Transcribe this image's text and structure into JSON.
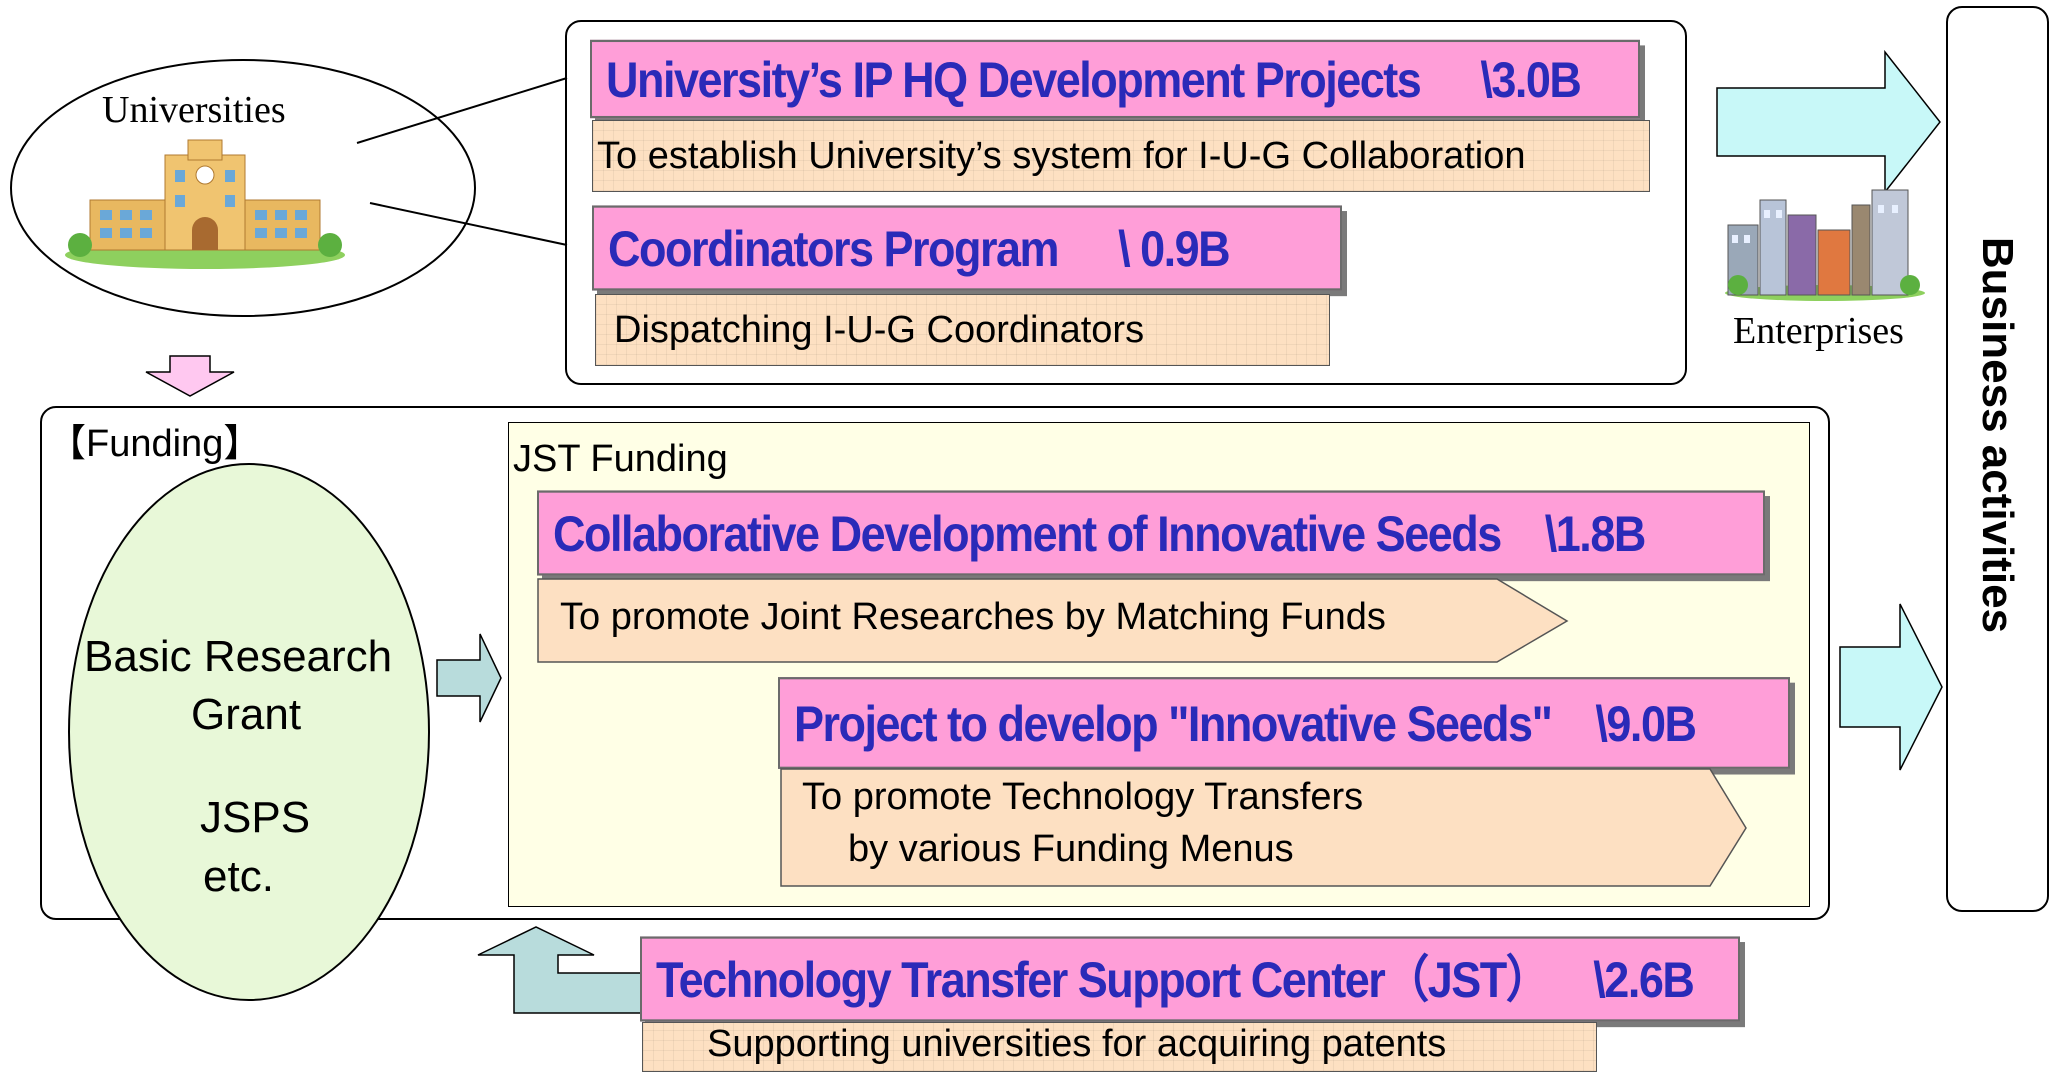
{
  "universities": {
    "label": "Universities"
  },
  "enterprises": {
    "label": "Enterprises"
  },
  "business": {
    "label": "Business activities"
  },
  "funding": {
    "label": "【Funding】",
    "basic": {
      "line1": "Basic Research",
      "line2": "Grant",
      "line3": "JSPS",
      "line4": "etc."
    }
  },
  "jst": {
    "label": "JST Funding"
  },
  "programs": {
    "ip_hq": {
      "title": "University’s IP HQ Development Projects",
      "amount": "\\3.0B",
      "desc": "To establish University’s system for I-U-G Collaboration"
    },
    "coordinators": {
      "title": "Coordinators Program",
      "amount": "\\ 0.9B",
      "desc": "Dispatching I-U-G Coordinators"
    },
    "collab": {
      "title": "Collaborative Development of Innovative Seeds",
      "amount": "\\1.8B",
      "desc": "To promote Joint Researches by Matching Funds"
    },
    "innovative": {
      "title": "Project to develop \"Innovative Seeds\"",
      "amount": "\\9.0B",
      "desc1": "To promote Technology Transfers",
      "desc2": "by various Funding Menus"
    },
    "ttsc": {
      "title": "Technology Transfer Support Center（JST）",
      "amount": "\\2.6B",
      "desc": "Supporting universities for acquiring patents"
    }
  },
  "colors": {
    "title_bg": "#ff9ed8",
    "title_text": "#2a2ab8",
    "desc_bg": "#fde0c2",
    "arrow_cyan": "#c8f8f8",
    "arrow_pink": "#ffc8f0",
    "arrow_teal": "#b8dcdc",
    "oval_green": "#e8f8d8",
    "jst_bg": "#ffffe6"
  }
}
